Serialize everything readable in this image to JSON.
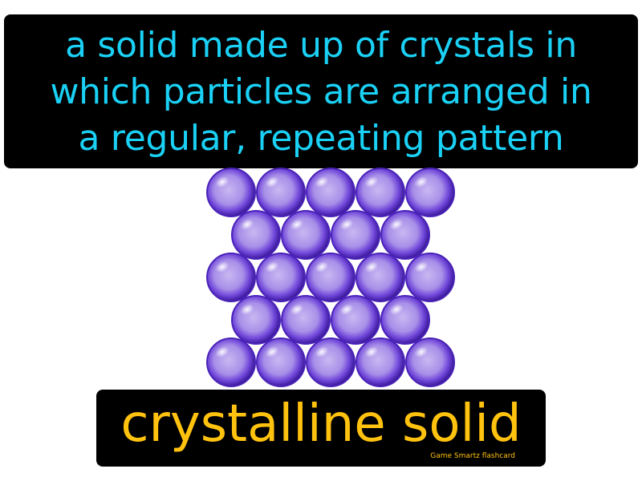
{
  "definition": {
    "lines": [
      "a solid made up of crystals in",
      "which particles are arranged in",
      "a regular, repeating pattern"
    ],
    "color": "#1ad1f5"
  },
  "term": {
    "label": "crystalline solid",
    "color": "#ffc20e"
  },
  "brand": {
    "label": "Game Smartz flashcard"
  },
  "illustration": {
    "icon": "particle-sphere-lattice",
    "sphere_color": "#6a3bd6",
    "rows": [
      5,
      4,
      5,
      4,
      5
    ]
  }
}
